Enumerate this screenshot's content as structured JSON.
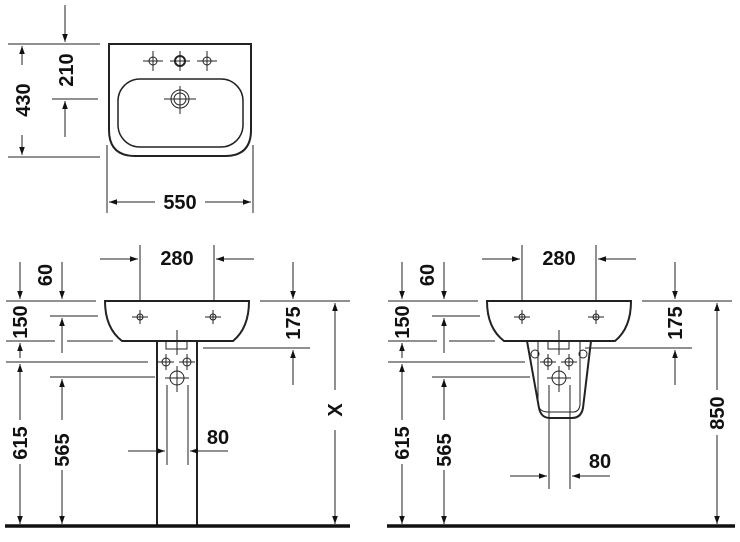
{
  "diagram": {
    "type": "technical-drawing",
    "subject": "washbasin dimension drawing",
    "top_view": {
      "dims": {
        "depth": "430",
        "tap_offset": "210",
        "width": "550"
      }
    },
    "pedestal_view": {
      "dims": {
        "tap_spacing": "280",
        "top_offset": "60",
        "basin_height": "150",
        "drain_offset": "175",
        "total_height": "X",
        "pedestal_width": "80",
        "drain_height_1": "615",
        "drain_height_2": "565"
      }
    },
    "semipedestal_view": {
      "dims": {
        "tap_spacing": "280",
        "top_offset": "60",
        "basin_height": "150",
        "drain_offset": "175",
        "total_height": "850",
        "pedestal_width": "80",
        "drain_height_1": "615",
        "drain_height_2": "565"
      }
    }
  }
}
